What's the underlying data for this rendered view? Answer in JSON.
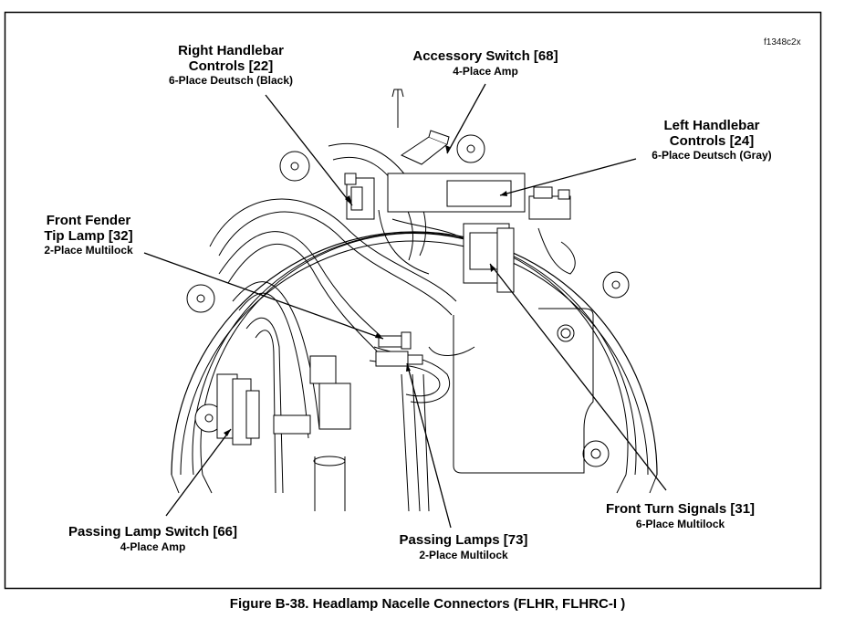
{
  "figure_id": "f1348c2x",
  "caption": "Figure B-38.  Headlamp Nacelle Connectors   (FLHR, FLHRC-I )",
  "callouts": [
    {
      "id": "right-handlebar",
      "title_line1": "Right Handlebar",
      "title_line2": "Controls [22]",
      "subtitle": "6-Place Deutsch (Black)"
    },
    {
      "id": "accessory-switch",
      "title_line1": "Accessory Switch [68]",
      "subtitle": "4-Place Amp"
    },
    {
      "id": "left-handlebar",
      "title_line1": "Left Handlebar",
      "title_line2": "Controls [24]",
      "subtitle": "6-Place Deutsch (Gray)"
    },
    {
      "id": "front-fender",
      "title_line1": "Front Fender",
      "title_line2": "Tip Lamp [32]",
      "subtitle": "2-Place Multilock"
    },
    {
      "id": "passing-lamp-switch",
      "title_line1": "Passing Lamp Switch [66]",
      "subtitle": "4-Place Amp"
    },
    {
      "id": "passing-lamps",
      "title_line1": "Passing Lamps [73]",
      "subtitle": "2-Place Multilock"
    },
    {
      "id": "front-turn-signals",
      "title_line1": "Front Turn Signals [31]",
      "subtitle": "6-Place Multilock"
    }
  ]
}
